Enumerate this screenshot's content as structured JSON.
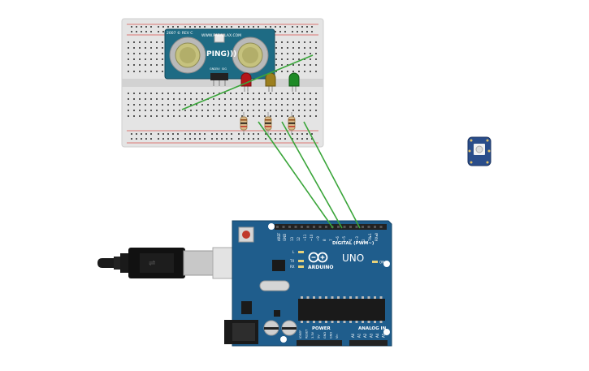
{
  "sensor": {
    "brand": "WWW.PARALLAX.COM",
    "name": "PING)))",
    "rev": "2007 © REV C",
    "pin_labels": [
      "GND",
      "5V",
      "SIG"
    ]
  },
  "leds": [
    {
      "name": "red-led",
      "color": "#b5161a"
    },
    {
      "name": "yellow-led",
      "color": "#9c7f1e"
    },
    {
      "name": "green-led",
      "color": "#1e8a26"
    }
  ],
  "arduino": {
    "model": "UNO",
    "logo_text": "ARDUINO",
    "digital_label": "DIGITAL (PWM~)",
    "analog_label": "ANALOG IN",
    "power_label": "POWER",
    "on_label": "ON",
    "aref": "AREF",
    "gnd": "GND",
    "digital_pins": [
      "13",
      "12",
      "~11",
      "~10",
      "~9",
      "8",
      "7",
      "~6",
      "~5",
      "4",
      "~3",
      "2",
      "TX▸1",
      "RX◂0"
    ],
    "analog_pins": [
      "A0",
      "A1",
      "A2",
      "A3",
      "A4",
      "A5"
    ],
    "power_pins": [
      "IOREF",
      "RESET",
      "3.3V",
      "5V",
      "GND",
      "GND",
      "Vin"
    ],
    "led_labels": [
      "L",
      "TX",
      "RX"
    ]
  },
  "colors": {
    "wire_green": "#3aa53a",
    "board_blue": "#1f5d8c",
    "sensor_blue": "#1e6b84",
    "breadboard": "#e2e2e2"
  },
  "icons": {
    "usb_cable": "usb-cable-icon",
    "neopixel": "rgb-led-module-icon"
  }
}
